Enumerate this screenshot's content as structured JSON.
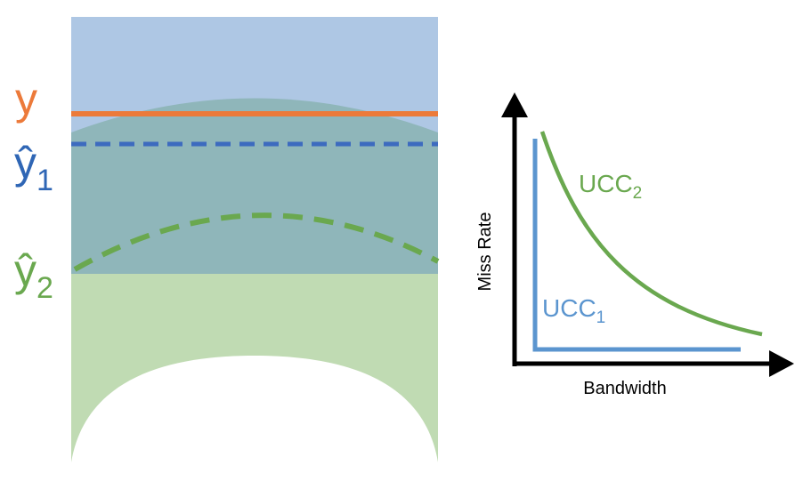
{
  "left_panel": {
    "labels": {
      "y": "y",
      "y_hat_1": "ŷ",
      "y_hat_1_sub": "1",
      "y_hat_2": "ŷ",
      "y_hat_2_sub": "2"
    },
    "colors": {
      "blue_region": "#aec7e4",
      "overlap_region": "#8fb6ba",
      "green_region": "#c0dbb3",
      "y_line": "#ec7a3a",
      "y_hat_1_line": "#3d6bbf",
      "y_hat_2_line": "#6aa84f",
      "y_label": "#ec7a3a",
      "y_hat_1_label": "#2f66b5",
      "y_hat_2_label": "#6aa84f"
    }
  },
  "right_panel": {
    "axes": {
      "x_label": "Bandwidth",
      "y_label": "Miss Rate"
    },
    "curves": {
      "ucc1": {
        "name": "UCC",
        "sub": "1",
        "color": "#5b95cf"
      },
      "ucc2": {
        "name": "UCC",
        "sub": "2",
        "color": "#6aa84f"
      }
    }
  }
}
